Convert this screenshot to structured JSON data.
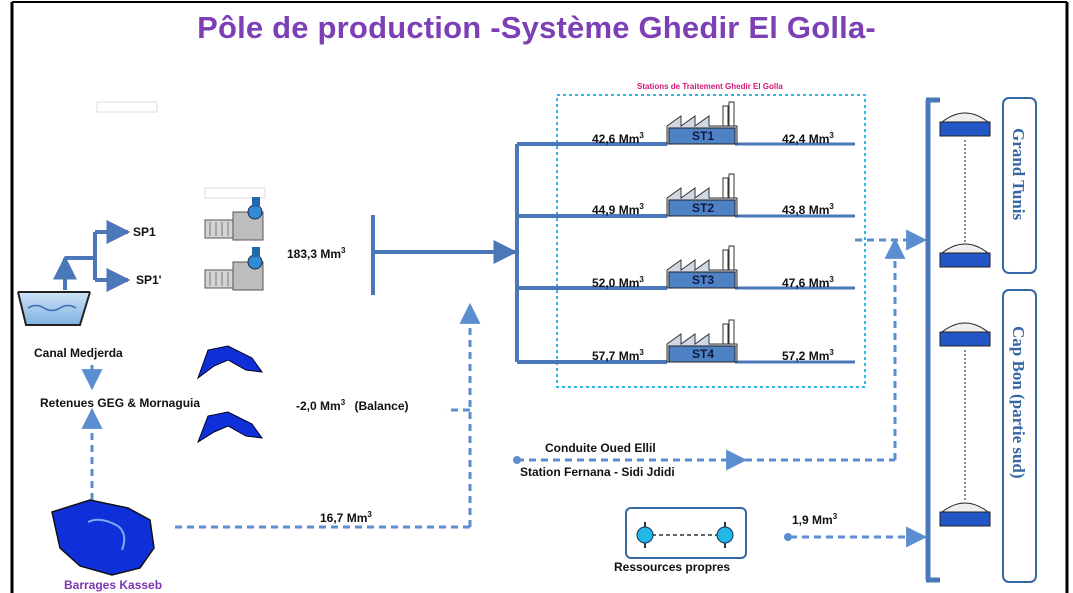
{
  "title": "Pôle de production -Système Ghedir El Golla-",
  "stations_title": "Stations de Traitement Ghedir El Golla",
  "pumping": {
    "sp1": "SP1",
    "sp1b": "SP1'"
  },
  "sources": {
    "canal": "Canal Medjerda",
    "retenues": "Retenues GEG & Mornaguia",
    "barrages": "Barrages Kasseb",
    "conduite_line1": "Conduite Oued Ellil",
    "conduite_line2": "Station Fernana - Sidi Jdidi",
    "ressources": "Ressources propres"
  },
  "flows": {
    "main_value": "183,3",
    "main_unit": "Mm",
    "main_exp": "3",
    "balance_value": "-2,0",
    "balance_unit": "Mm",
    "balance_exp": "3",
    "balance_note": "(Balance)",
    "kasseb_value": "16,7",
    "kasseb_unit": "Mm",
    "kasseb_exp": "3",
    "propres_value": "1,9",
    "propres_unit": "Mm",
    "propres_exp": "3"
  },
  "stations": [
    {
      "label": "ST1",
      "in_value": "42,6",
      "out_value": "42,4",
      "unit": "Mm",
      "exp": "3"
    },
    {
      "label": "ST2",
      "in_value": "44,9",
      "out_value": "43,8",
      "unit": "Mm",
      "exp": "3"
    },
    {
      "label": "ST3",
      "in_value": "52,0",
      "out_value": "47,6",
      "unit": "Mm",
      "exp": "3"
    },
    {
      "label": "ST4",
      "in_value": "57,7",
      "out_value": "57,2",
      "unit": "Mm",
      "exp": "3"
    }
  ],
  "destinations": {
    "grand_tunis": "Grand Tunis",
    "cap_bon": "Cap Bon (partie sud)"
  },
  "colors": {
    "pipe": "#4a77b8",
    "dashed": "#5b8ed0",
    "title": "#7c3fb5",
    "stations_box": "#33b3e6",
    "lake": "#0f2fd8"
  }
}
